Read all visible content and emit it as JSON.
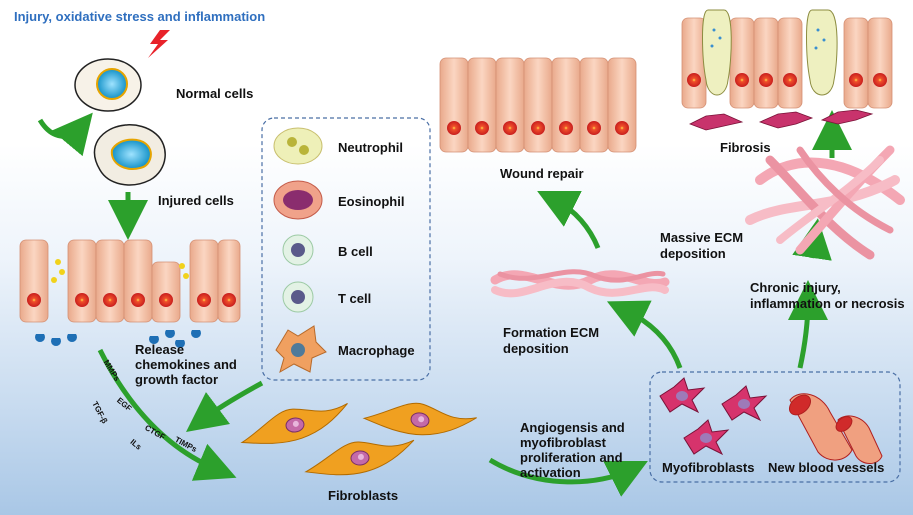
{
  "title": "Injury, oxidative stress and inflammation",
  "labels": {
    "normal_cells": "Normal cells",
    "injured_cells": "Injured cells",
    "release_1": "Release",
    "release_2": "chemokines and",
    "release_3": "growth factor",
    "fibroblasts": "Fibroblasts",
    "angio_1": "Angiogensis and",
    "angio_2": "myofibroblast",
    "angio_3": "proliferation and",
    "angio_4": "activation",
    "myofibroblasts": "Myofibroblasts",
    "new_vessels": "New blood vessels",
    "formation_1": "Formation ECM",
    "formation_2": "deposition",
    "wound_repair": "Wound repair",
    "massive_1": "Massive ECM",
    "massive_2": "deposition",
    "chronic_1": "Chronic injury,",
    "chronic_2": "inflammation or necrosis",
    "fibrosis": "Fibrosis"
  },
  "immune_cells": [
    "Neutrophil",
    "Eosinophil",
    "B cell",
    "T cell",
    "Macrophage"
  ],
  "molecules": {
    "mmps": "MMPs",
    "egf": "EGF",
    "tgf": "TGF-β",
    "ctgf": "CTGF",
    "timps": "TIMPs",
    "ils": "ILs"
  },
  "colors": {
    "arrow": "#2ca02c",
    "title": "#2f6fbf",
    "epithelium": "#f5c4a8",
    "nucleus": "#e03030",
    "fibroblast": "#f0a020",
    "ecm": "#f4a7b4",
    "dashed_box": "#4a6fa5"
  },
  "icons": [
    "lightning-icon",
    "normal-cell-icon",
    "injured-cell-icon",
    "epithelium-icon",
    "fibroblast-icon",
    "myofibroblast-icon",
    "blood-vessel-icon",
    "ecm-fiber-icon",
    "goblet-cell-icon"
  ]
}
